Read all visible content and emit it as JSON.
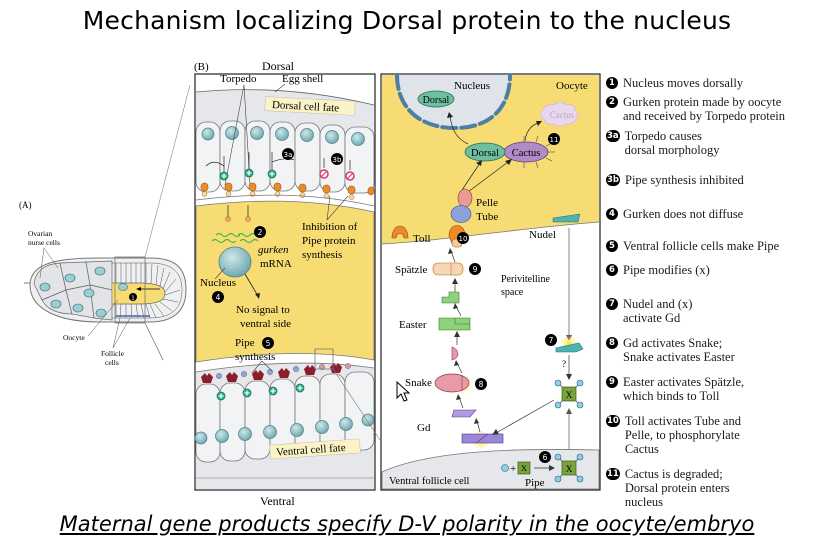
{
  "title": "Mechanism localizing Dorsal protein to the nucleus",
  "subtitle": "Maternal gene products specify D-V polarity in the oocyte/embryo",
  "panel_a": {
    "label": "(A)",
    "ovarian_nurse_cells": "Ovarian\nnurse cells",
    "oocyte": "Oocyte",
    "follicle_cells": "Follicle\ncells",
    "step_badge": "1"
  },
  "panel_b": {
    "label": "(B)",
    "dorsal": "Dorsal",
    "ventral": "Ventral",
    "torpedo": "Torpedo",
    "egg_shell": "Egg shell",
    "dorsal_cell_fate": "Dorsal cell fate",
    "ventral_cell_fate": "Ventral cell fate",
    "inhibition": "Inhibition of\nPipe protein\nsynthesis",
    "gurken": "gurken",
    "mrna": "mRNA",
    "nucleus": "Nucleus",
    "no_signal": "No signal to\nventral side",
    "pipe_synthesis_1": "Pipe",
    "pipe_synthesis_2": "synthesis",
    "badges": {
      "b2": "2",
      "b3a": "3a",
      "b3b": "3b",
      "b4": "4",
      "b5": "5"
    }
  },
  "panel_c": {
    "nucleus": "Nucleus",
    "oocyte": "Oocyte",
    "dorsal_in_nucleus": "Dorsal",
    "cactus_degraded": "Cactus",
    "dorsal": "Dorsal",
    "cactus": "Cactus",
    "pelle": "Pelle",
    "tube": "Tube",
    "toll": "Toll",
    "nudel": "Nudel",
    "spatzle": "Spätzle",
    "perivitelline": "Perivitelline\nspace",
    "easter": "Easter",
    "snake": "Snake",
    "gd": "Gd",
    "question": "?",
    "x": "X",
    "plus": "+",
    "ventral_follicle_cell": "Ventral follicle cell",
    "pipe": "Pipe",
    "badges": {
      "b6": "6",
      "b7": "7",
      "b8": "8",
      "b9": "9",
      "b10": "10",
      "b11": "11"
    }
  },
  "legend": [
    {
      "num": "1",
      "text": "Nucleus moves dorsally"
    },
    {
      "num": "2",
      "text": "Gurken protein made by oocyte\nand received by Torpedo protein"
    },
    {
      "num": "3a",
      "text": "Torpedo causes\ndorsal morphology"
    },
    {
      "num": "3b",
      "text": "Pipe synthesis inhibited"
    },
    {
      "num": "4",
      "text": "Gurken does not diffuse"
    },
    {
      "num": "5",
      "text": "Ventral follicle cells make Pipe"
    },
    {
      "num": "6",
      "text": "Pipe modifies (x)"
    },
    {
      "num": "7",
      "text": "Nudel and (x)\nactivate Gd"
    },
    {
      "num": "8",
      "text": "Gd activates Snake;\nSnake activates Easter"
    },
    {
      "num": "9",
      "text": "Easter activates Spätzle,\nwhich binds to Toll"
    },
    {
      "num": "10",
      "text": "Toll activates Tube and\nPelle, to phosphorylate\nCactus"
    },
    {
      "num": "11",
      "text": "Cactus is degraded;\nDorsal protein enters\nnucleus"
    }
  ],
  "colors": {
    "cytoplasm": "#f7dc73",
    "cell_gray": "#e6e7ea",
    "nucleus_blue": "#8fbfc4",
    "torpedo_orange": "#e98d2b",
    "dorsal_green": "#6cc0a0",
    "cactus_purple": "#b18bc6",
    "easter_green": "#8fd07a",
    "pipe_red": "#8b1d2c"
  }
}
